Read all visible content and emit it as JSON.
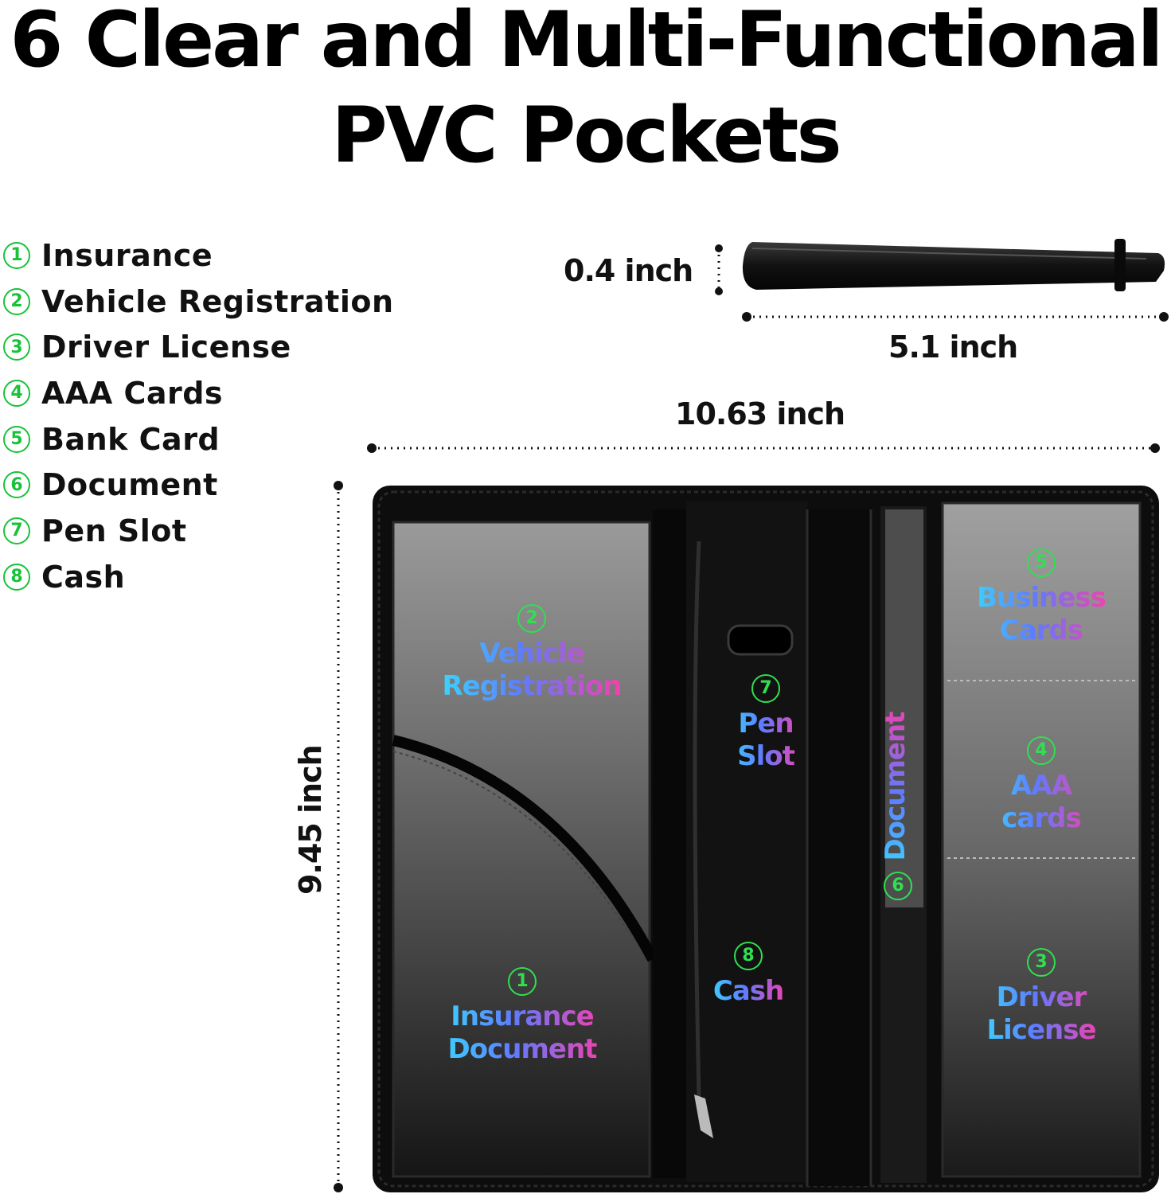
{
  "title": {
    "line1": "6 Clear and Multi-Functional",
    "line2": "PVC Pockets"
  },
  "legend": [
    {
      "num": "1",
      "label": "Insurance"
    },
    {
      "num": "2",
      "label": "Vehicle Registration"
    },
    {
      "num": "3",
      "label": "Driver License"
    },
    {
      "num": "4",
      "label": "AAA Cards"
    },
    {
      "num": "5",
      "label": "Bank Card"
    },
    {
      "num": "6",
      "label": "Document"
    },
    {
      "num": "7",
      "label": "Pen Slot"
    },
    {
      "num": "8",
      "label": "Cash"
    }
  ],
  "dimensions": {
    "thickness": "0.4 inch",
    "closed_width": "5.1 inch",
    "open_width": "10.63 inch",
    "height": "9.45 inch"
  },
  "pockets": {
    "vehicle_registration": {
      "num": "2",
      "label": "Vehicle\nRegistration"
    },
    "insurance_document": {
      "num": "1",
      "label": "Insurance\nDocument"
    },
    "pen_slot": {
      "num": "7",
      "label": "Pen\nSlot"
    },
    "cash": {
      "num": "8",
      "label": "Cash"
    },
    "document": {
      "num": "6",
      "label": "Document"
    },
    "business_cards": {
      "num": "5",
      "label": "Business\nCards"
    },
    "aaa_cards": {
      "num": "4",
      "label": "AAA\ncards"
    },
    "driver_license": {
      "num": "3",
      "label": "Driver\nLicense"
    }
  },
  "colors": {
    "accent_green": "#18c23a",
    "wallet_black": "#111111"
  }
}
